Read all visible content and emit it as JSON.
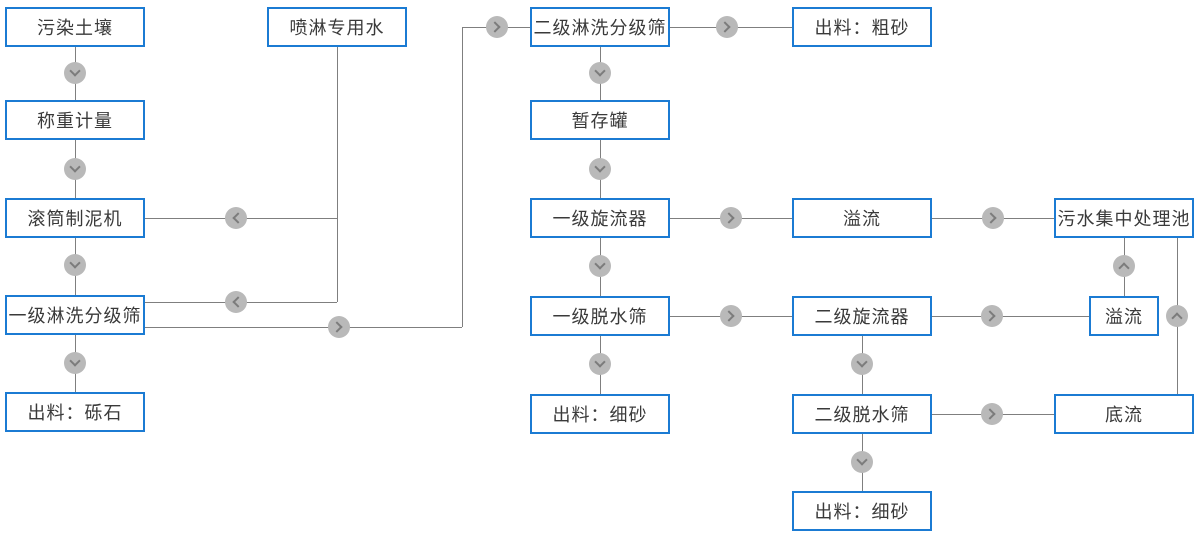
{
  "diagram": {
    "nodes": {
      "contaminated_soil": "污染土壤",
      "weighing": "称重计量",
      "drum_mud_machine": "滚筒制泥机",
      "stage1_washing_screen": "一级淋洗分级筛",
      "output_gravel": "出料：砾石",
      "spray_water": "喷淋专用水",
      "stage2_washing_screen": "二级淋洗分级筛",
      "output_coarse_sand": "出料：粗砂",
      "storage_tank": "暂存罐",
      "stage1_cyclone": "一级旋流器",
      "overflow_1": "溢流",
      "sewage_pool": "污水集中处理池",
      "stage1_dewatering_screen": "一级脱水筛",
      "output_fine_sand_1": "出料：细砂",
      "stage2_cyclone": "二级旋流器",
      "overflow_2": "溢流",
      "stage2_dewatering_screen": "二级脱水筛",
      "underflow": "底流",
      "output_fine_sand_2": "出料：细砂"
    },
    "colors": {
      "box_border": "#1b7bd3",
      "box_background": "#ffffff",
      "text": "#3a3a3a",
      "connector_line": "#7f7f7f",
      "arrow_circle": "#b9b9b9",
      "arrow_glyph": "#7c7c7c",
      "page_background": "#ffffff"
    }
  }
}
